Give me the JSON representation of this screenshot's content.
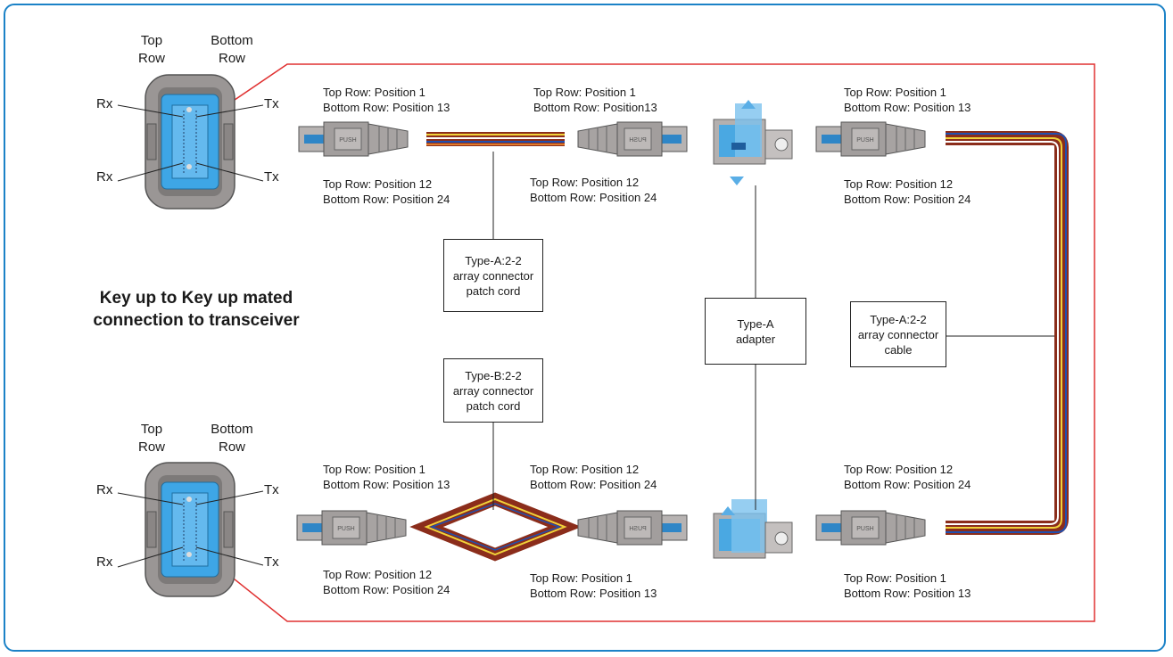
{
  "title": "Key up to Key up mated connection to transceiver",
  "transceivers": [
    {
      "top_row_header": "Top\nRow",
      "bottom_row_header": "Bottom\nRow",
      "rx1": "Rx",
      "rx2": "Rx",
      "tx1": "Tx",
      "tx2": "Tx"
    },
    {
      "top_row_header": "Top\nRow",
      "bottom_row_header": "Bottom\nRow",
      "rx1": "Rx",
      "rx2": "Rx",
      "tx1": "Tx",
      "tx2": "Tx"
    }
  ],
  "labels": {
    "a1_top": "Top Row: Position 1\nBottom Row: Position 13",
    "a1_bot": "Top Row: Position 12\nBottom Row: Position 24",
    "a2_top": "Top Row: Position 1\nBottom Row: Position13",
    "a2_bot": "Top Row: Position 12\nBottom Row: Position 24",
    "a3_top": "Top Row: Position 1\nBottom Row: Position 13",
    "a3_bot": "Top Row: Position 12\nBottom Row: Position 24",
    "b1_top": "Top Row: Position 1\nBottom Row: Position 13",
    "b1_bot": "Top Row: Position 12\nBottom Row: Position 24",
    "b2_top": "Top Row: Position 12\nBottom Row: Position 24",
    "b2_bot": "Top Row: Position 1\nBottom Row: Position 13",
    "b3_top": "Top Row: Position 12\nBottom Row: Position 24",
    "b3_bot": "Top Row: Position 1\nBottom Row: Position 13"
  },
  "boxes": {
    "type_a_patch": "Type-A:2-2\narray connector\npatch cord",
    "type_b_patch": "Type-B:2-2\narray connector\npatch cord",
    "type_a_adapter": "Type-A\nadapter",
    "type_a_cable": "Type-A:2-2\narray connector\ncable"
  },
  "colors": {
    "frame": "#1b82c7",
    "red_link": "#e03030",
    "port_blue": "#3ea6e6",
    "connector_gray": "#9a9695"
  },
  "icons": [
    "mpo-transceiver-port-icon",
    "mpo-connector-icon",
    "type-a-adapter-icon",
    "ribbon-fiber-icon"
  ],
  "push_label": "PUSH"
}
